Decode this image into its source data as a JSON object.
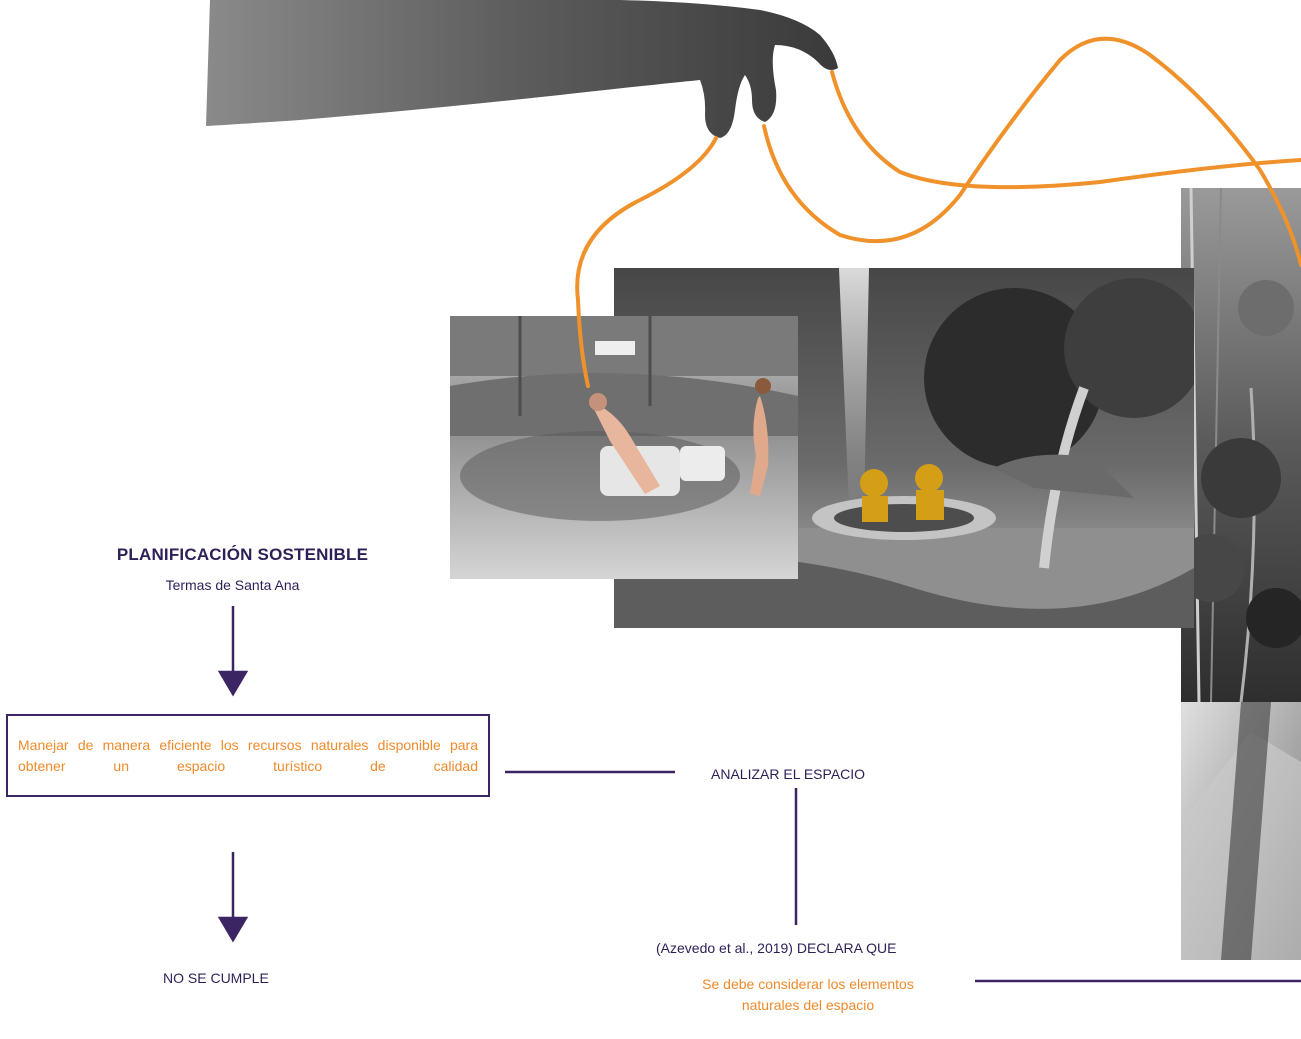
{
  "diagram": {
    "title": "PLANIFICACIÓN SOSTENIBLE",
    "subtitle": "Termas de Santa Ana",
    "objective": "Manejar de manera eficiente los recursos naturales disponible para obtener un espacio turístico de calidad",
    "analyze_label": "ANALIZAR EL ESPACIO",
    "citation_label": "(Azevedo et al., 2019) DECLARA QUE",
    "conclusion": "Se debe considerar los elementos naturales del espacio",
    "result_label": "NO SE CUMPLE"
  },
  "colors": {
    "accent_orange": "#ef8a2b",
    "line_purple": "#3b2563",
    "text_purple": "#2f1f57"
  }
}
